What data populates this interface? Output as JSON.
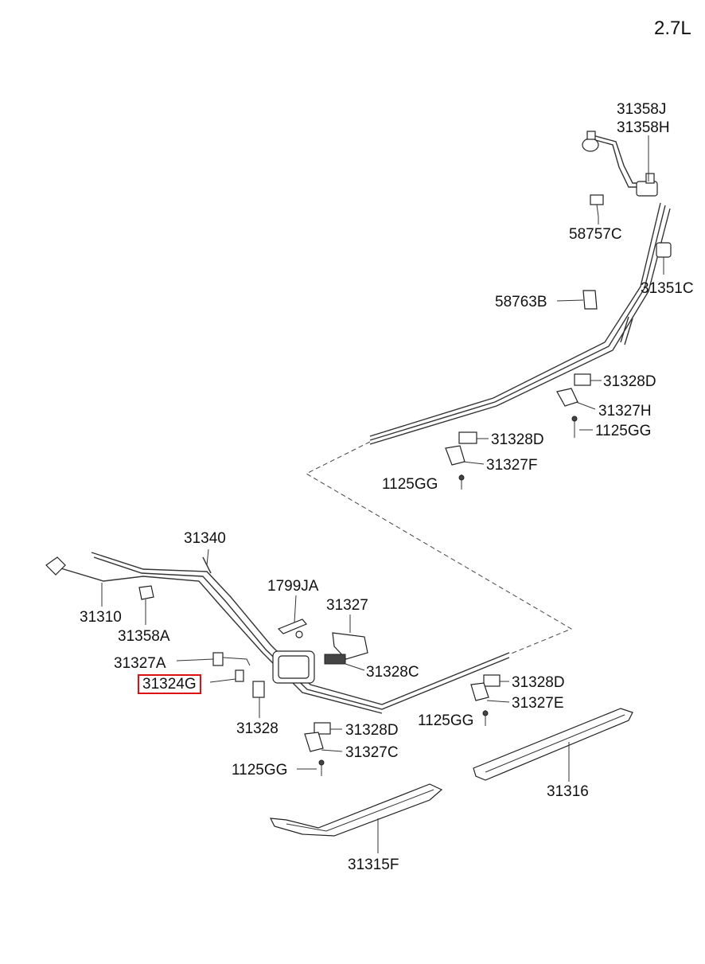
{
  "engine_label": "2.7L",
  "highlight_color": "#e01010",
  "callouts": {
    "p31358J": "31358J",
    "p31358H": "31358H",
    "p58757C": "58757C",
    "p31351C": "31351C",
    "p58763B": "58763B",
    "p31328D_1": "31328D",
    "p31327H": "31327H",
    "p1125GG_1": "1125GG",
    "p31328D_2": "31328D",
    "p31327F": "31327F",
    "p1125GG_2": "1125GG",
    "p31340": "31340",
    "p1799JA": "1799JA",
    "p31327": "31327",
    "p31310": "31310",
    "p31358A": "31358A",
    "p31328C": "31328C",
    "p31327A": "31327A",
    "p31324G": "31324G",
    "p31328D_3": "31328D",
    "p31327E": "31327E",
    "p1125GG_3": "1125GG",
    "p31328": "31328",
    "p31328D_4": "31328D",
    "p31327C": "31327C",
    "p1125GG_4": "1125GG",
    "p31316": "31316",
    "p31315F": "31315F"
  }
}
